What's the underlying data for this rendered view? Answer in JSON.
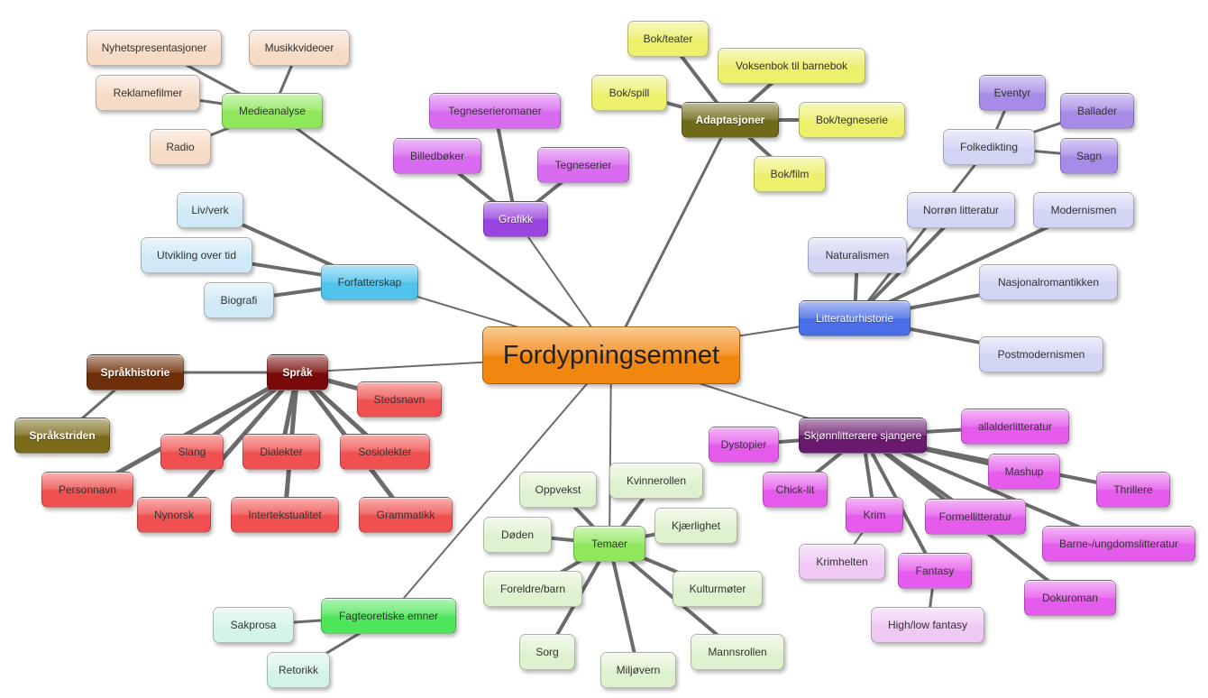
{
  "colors": {
    "center": "#f2870f",
    "grey_line": "#6b6b6b"
  },
  "center": {
    "label": "Fordypningsemnet"
  },
  "branches": {
    "medieanalyse": {
      "label": "Medieanalyse",
      "color": "#8fe85c",
      "children": [
        "Nyhetspresentasjoner",
        "Musikkvideoer",
        "Reklamefilmer",
        "Radio"
      ],
      "child_color": "#f6dcc6"
    },
    "grafikk": {
      "label": "Grafikk",
      "color": "#9b45e0",
      "children": [
        "Tegneserieromaner",
        "Billedbøker",
        "Tegneserier"
      ],
      "child_color": "#d86bf0"
    },
    "adaptasjoner": {
      "label": "Adaptasjoner",
      "color": "#6e6a17",
      "children": [
        "Bok/teater",
        "Voksenbok til barnebok",
        "Bok/spill",
        "Bok/tegneserie",
        "Bok/film"
      ],
      "child_color": "#ecf06a"
    },
    "forfatterskap": {
      "label": "Forfatterskap",
      "color": "#4fc3ec",
      "children": [
        "Liv/verk",
        "Utvikling over tid",
        "Biografi"
      ],
      "child_color": "#cfe9f6"
    },
    "sprak": {
      "label": "Språk",
      "color": "#7a0a0a",
      "children": [
        "Stedsnavn",
        "Slang",
        "Dialekter",
        "Sosiolekter",
        "Personnavn",
        "Nynorsk",
        "Intertekstualitet",
        "Grammatikk"
      ],
      "child_color": "#f05050"
    },
    "sprakhistorie": {
      "label": "Språkhistorie",
      "color": "#6e2e08"
    },
    "sprakstriden": {
      "label": "Språkstriden",
      "color": "#7a6a1a"
    },
    "litteraturhistorie": {
      "label": "Litteraturhistorie",
      "color": "#4a6ee8",
      "children": [
        "Norrøn litteratur",
        "Modernismen",
        "Naturalismen",
        "Nasjonalromantikken",
        "Postmodernismen"
      ],
      "child_color": "#d2d4f4"
    },
    "folkedikting": {
      "label": "Folkedikting",
      "color": "#d2d4f4",
      "children": [
        "Eventyr",
        "Ballader",
        "Sagn"
      ],
      "child_color": "#a78be8"
    },
    "sjangere": {
      "label": "Skjønnlitterære sjangere",
      "color": "#6a1a6e",
      "children": [
        "Dystopier",
        "allalderlitteratur",
        "Chick-lit",
        "Mashup",
        "Thrillere",
        "Krim",
        "Formellitteratur",
        "Barne-/ungdomslitteratur",
        "Fantasy",
        "Dokuroman"
      ],
      "child_color": "#e55cec"
    },
    "krimhelten": {
      "label": "Krimhelten",
      "color": "#f0c8f4"
    },
    "high_low": {
      "label": "High/low fantasy",
      "color": "#f0c8f4"
    },
    "temaer": {
      "label": "Temaer",
      "color": "#8fe85c",
      "children": [
        "Oppvekst",
        "Kvinnerollen",
        "Døden",
        "Kjærlighet",
        "Foreldre/barn",
        "Kulturmøter",
        "Sorg",
        "Miljøvern",
        "Mannsrollen"
      ],
      "child_color": "#dff2cf"
    },
    "fagteoretiske": {
      "label": "Fagteoretiske emner",
      "color": "#4ee65a",
      "children": [
        "Sakprosa",
        "Retorikk"
      ],
      "child_color": "#d4f4ea"
    }
  }
}
